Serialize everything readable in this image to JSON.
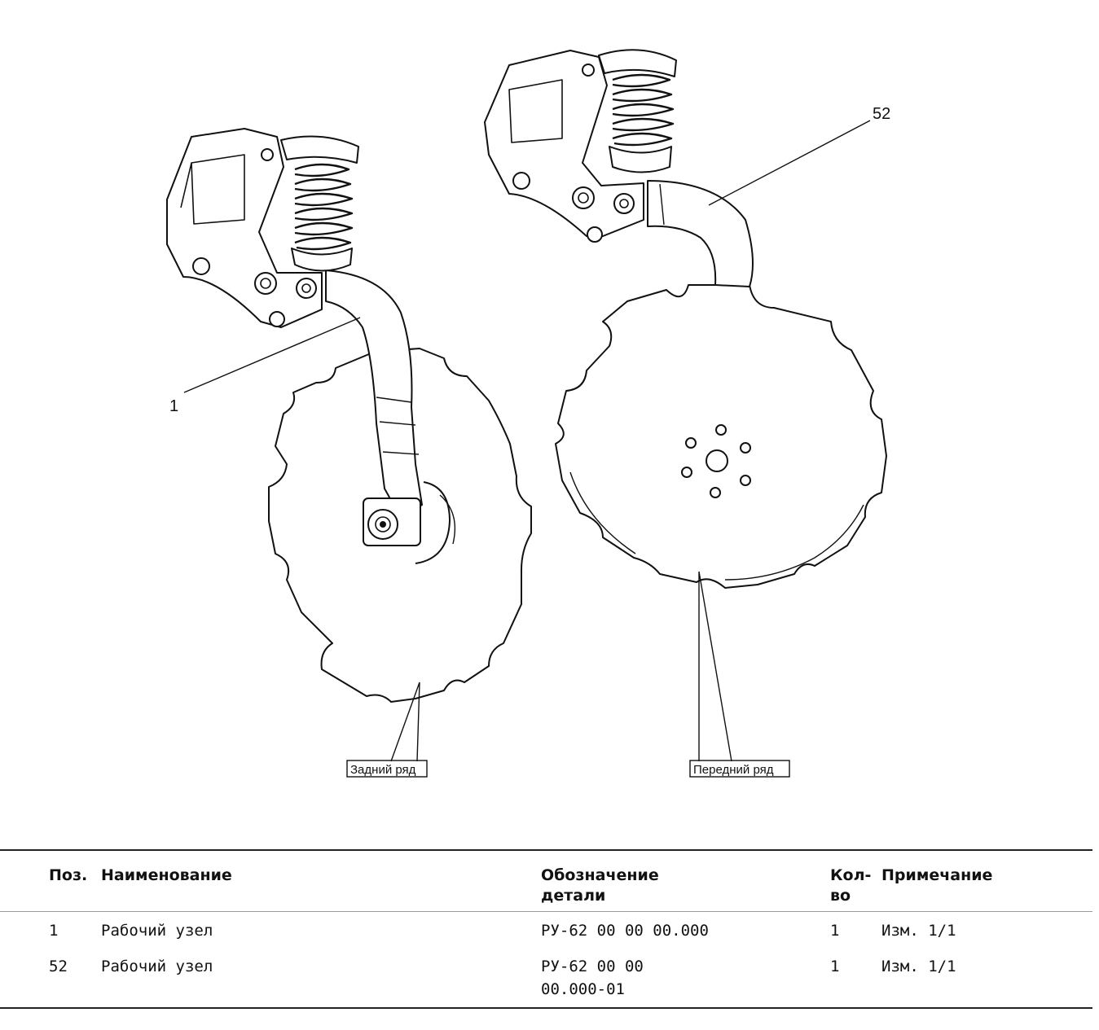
{
  "drawing": {
    "callouts": {
      "rear": "1",
      "front": "52"
    },
    "row_labels": {
      "rear": "Задний ряд",
      "front": "Передний ряд"
    }
  },
  "spec_table": {
    "headers": {
      "pos": "Поз.",
      "name": "Наименование",
      "code_line1": "Обозначение",
      "code_line2": "детали",
      "qty_line1": "Кол-",
      "qty_line2": "во",
      "note": "Примечание"
    },
    "rows": [
      {
        "pos": "1",
        "name": "Рабочий узел",
        "code": "РУ-62 00 00 00.000",
        "qty": "1",
        "note": "Изм. 1/1"
      },
      {
        "pos": "52",
        "name": "Рабочий узел",
        "code_line1": "РУ-62 00 00",
        "code_line2": "00.000-01",
        "qty": "1",
        "note": "Изм. 1/1"
      }
    ]
  }
}
